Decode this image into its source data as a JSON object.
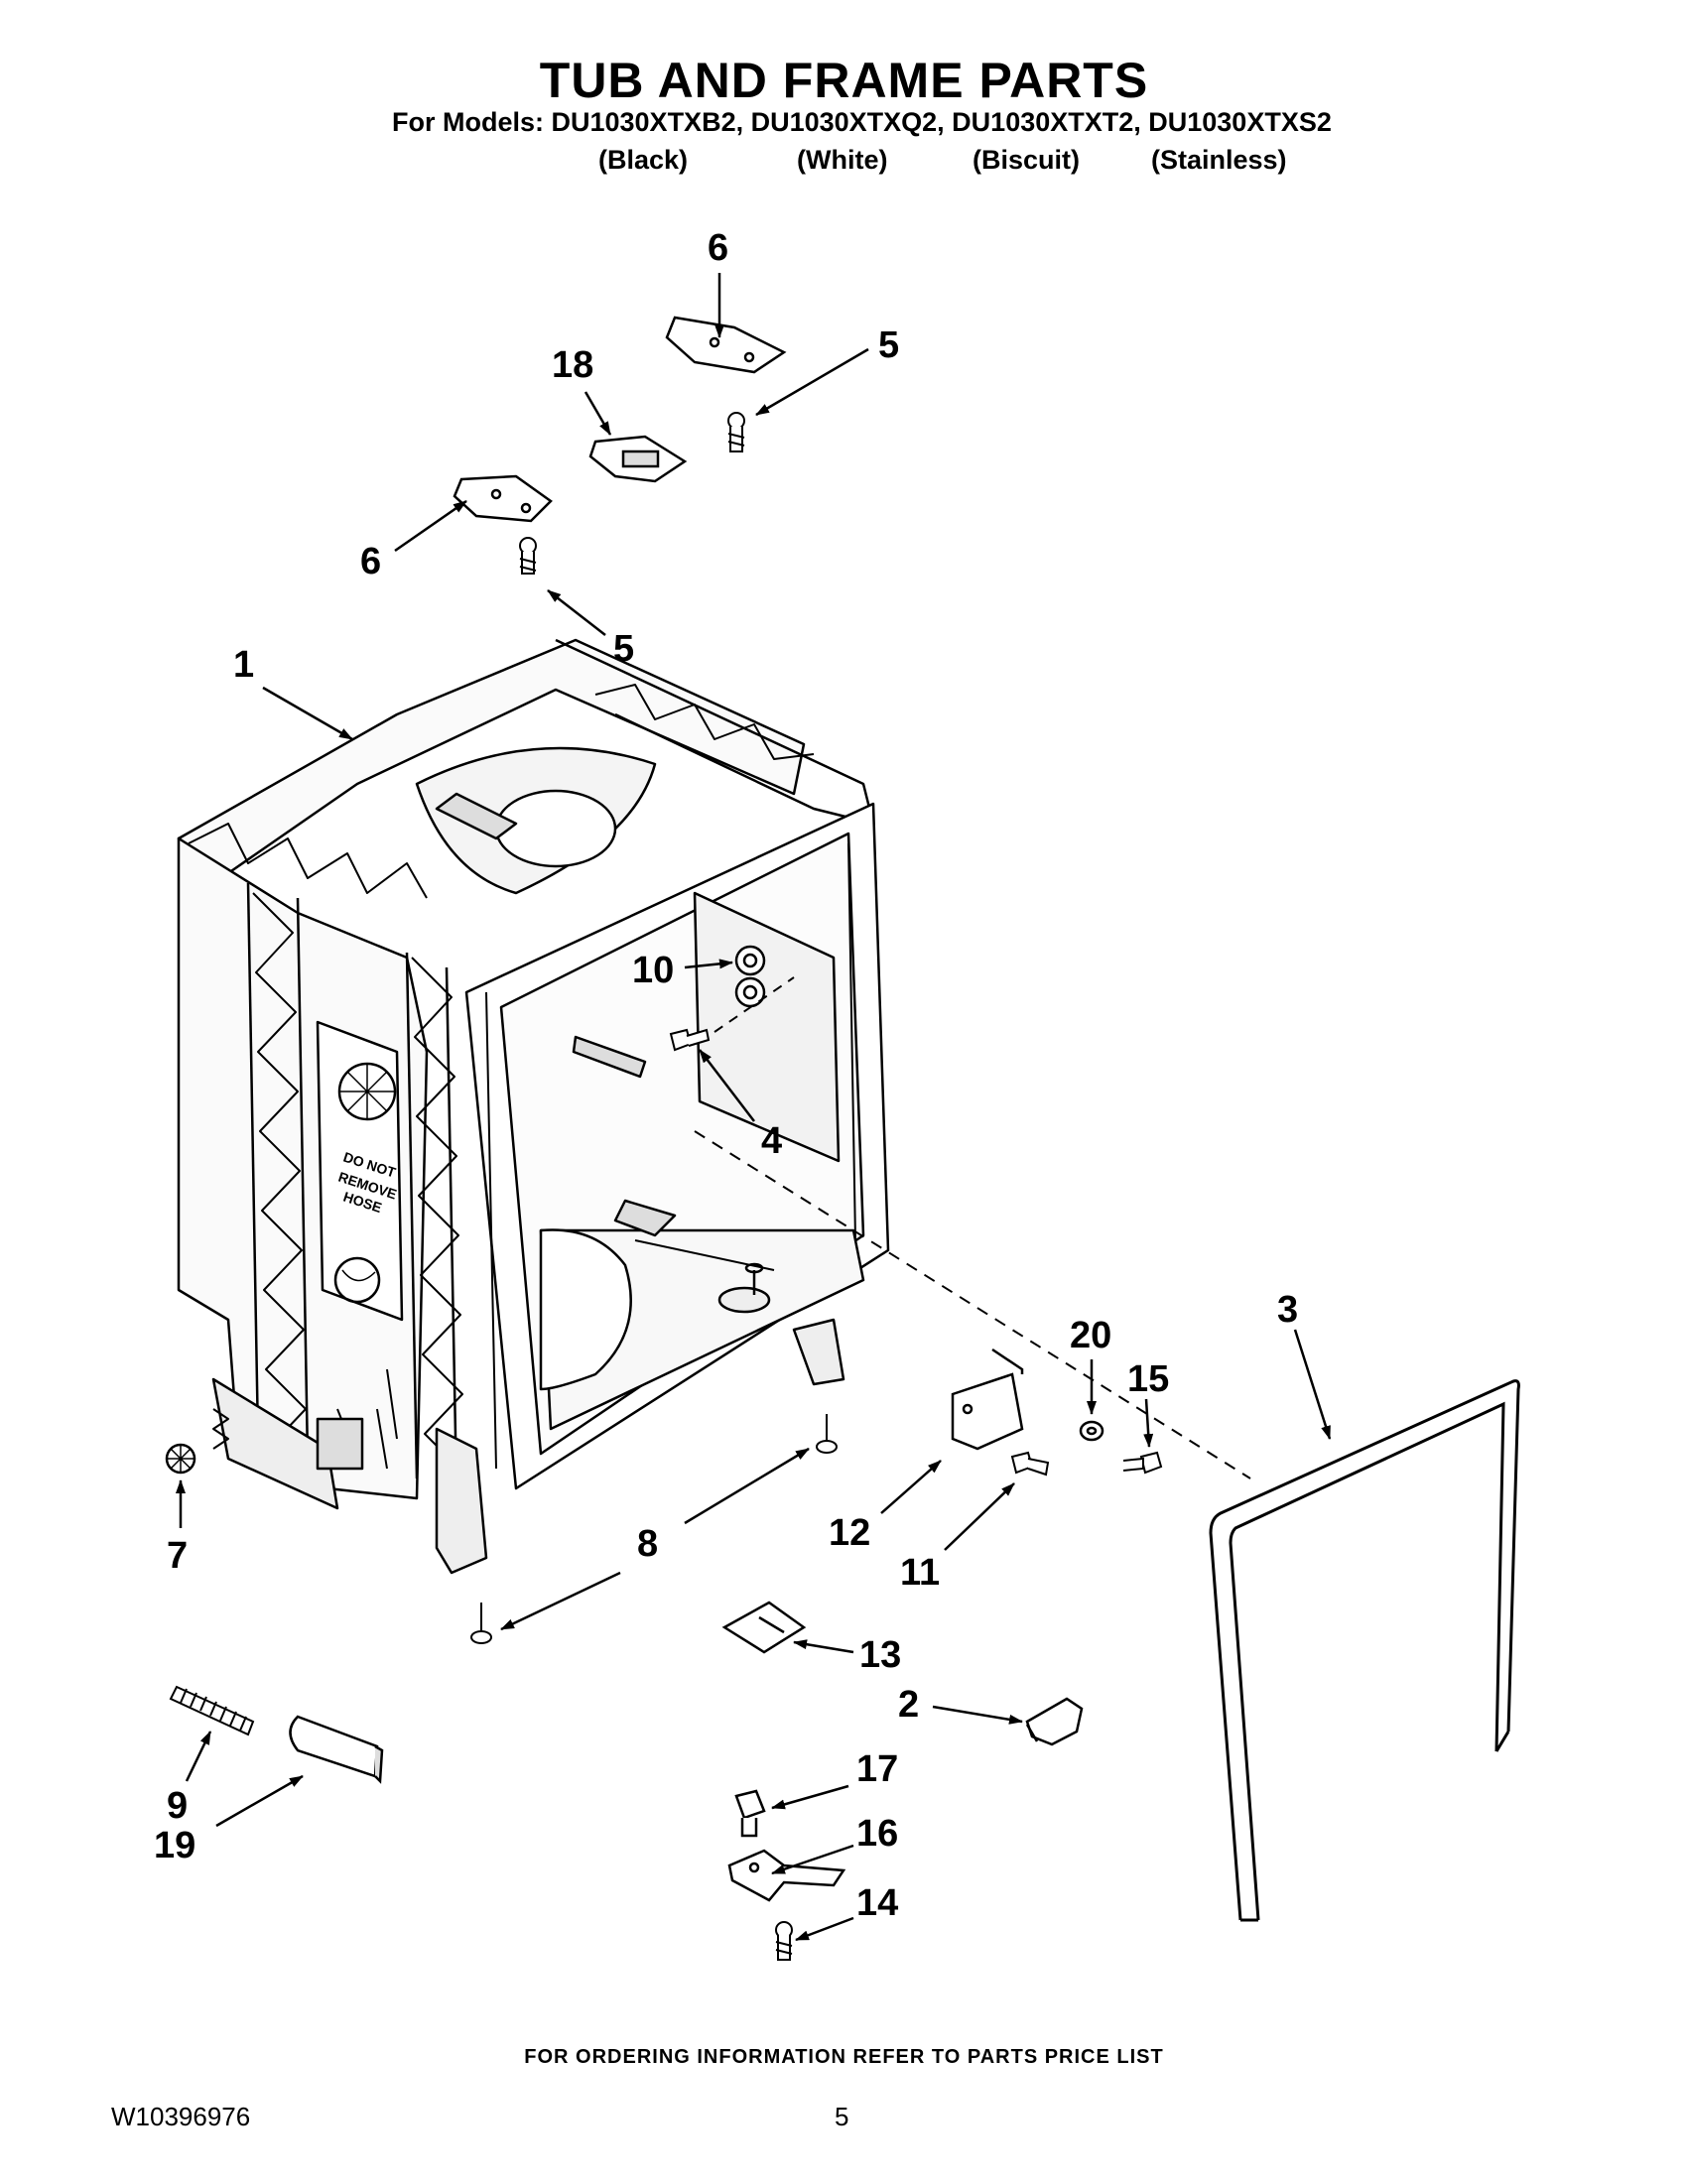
{
  "header": {
    "title": "TUB AND FRAME PARTS",
    "models_line": "For Models: DU1030XTXB2, DU1030XTXQ2, DU1030XTXT2, DU1030XTXS2",
    "variants": [
      "(Black)",
      "(White)",
      "(Biscuit)",
      "(Stainless)"
    ]
  },
  "diagram": {
    "callouts": [
      "6",
      "5",
      "18",
      "6",
      "5",
      "1",
      "10",
      "4",
      "3",
      "20",
      "15",
      "12",
      "11",
      "8",
      "7",
      "13",
      "2",
      "9",
      "19",
      "17",
      "16",
      "14"
    ],
    "tub_label": [
      "DO NOT",
      "REMOVE",
      "HOSE"
    ]
  },
  "footer": {
    "note": "FOR ORDERING INFORMATION REFER TO PARTS PRICE LIST",
    "doc_number": "W10396976",
    "page_number": "5"
  }
}
